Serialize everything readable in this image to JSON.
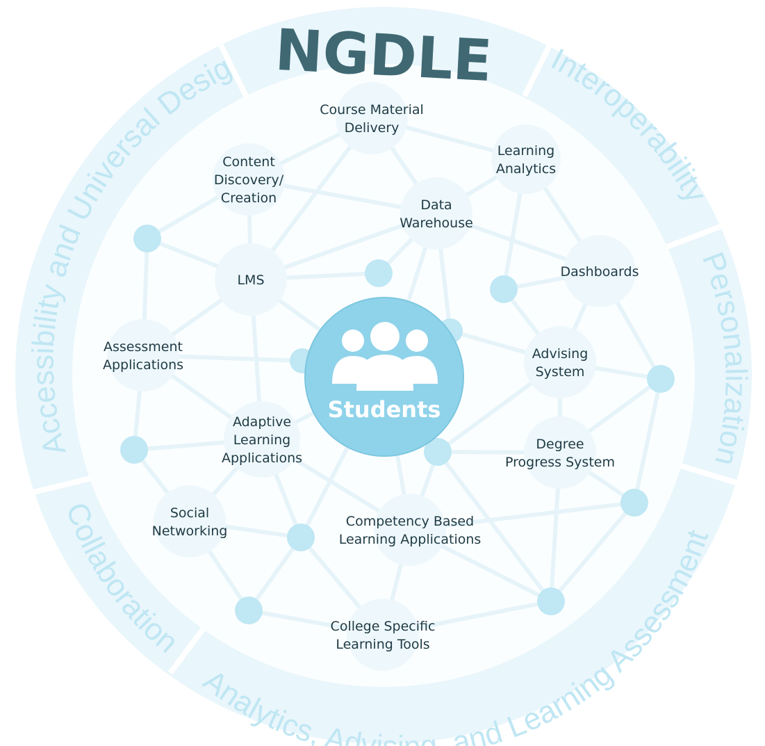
{
  "title": "NGDLE",
  "center": {
    "label": "Students",
    "icon": "students-icon"
  },
  "ring_labels": {
    "accessibility": "Accessibility and Universal Design",
    "interoperability": "Interoperability",
    "personalization": "Personalization",
    "analytics": "Analytics, Advising, and Learning Assessment",
    "collaboration": "Collaboration"
  },
  "nodes": [
    {
      "id": "course-material",
      "lines": [
        "Course Material",
        "Delivery"
      ]
    },
    {
      "id": "learning-analytics",
      "lines": [
        "Learning",
        "Analytics"
      ]
    },
    {
      "id": "content-discovery",
      "lines": [
        "Content",
        "Discovery/",
        "Creation"
      ]
    },
    {
      "id": "data-warehouse",
      "lines": [
        "Data",
        "Warehouse"
      ]
    },
    {
      "id": "lms",
      "lines": [
        "LMS"
      ]
    },
    {
      "id": "dashboards",
      "lines": [
        "Dashboards"
      ]
    },
    {
      "id": "assessment",
      "lines": [
        "Assessment",
        "Applications"
      ]
    },
    {
      "id": "advising",
      "lines": [
        "Advising",
        "System"
      ]
    },
    {
      "id": "adaptive",
      "lines": [
        "Adaptive",
        "Learning",
        "Applications"
      ]
    },
    {
      "id": "degree-progress",
      "lines": [
        "Degree",
        "Progress System"
      ]
    },
    {
      "id": "social",
      "lines": [
        "Social",
        "Networking"
      ]
    },
    {
      "id": "competency",
      "lines": [
        "Competency Based",
        "Learning Applications"
      ]
    },
    {
      "id": "college-tools",
      "lines": [
        "College Specific",
        "Learning Tools"
      ]
    }
  ],
  "colors": {
    "ring": "#e9f6fb",
    "ring_text": "#bfe6f3",
    "node": "#eef8fc",
    "dot": "#bfe7f4",
    "edge": "#e6f4f9",
    "center": "#8fd3ea",
    "title": "#3f6873"
  }
}
